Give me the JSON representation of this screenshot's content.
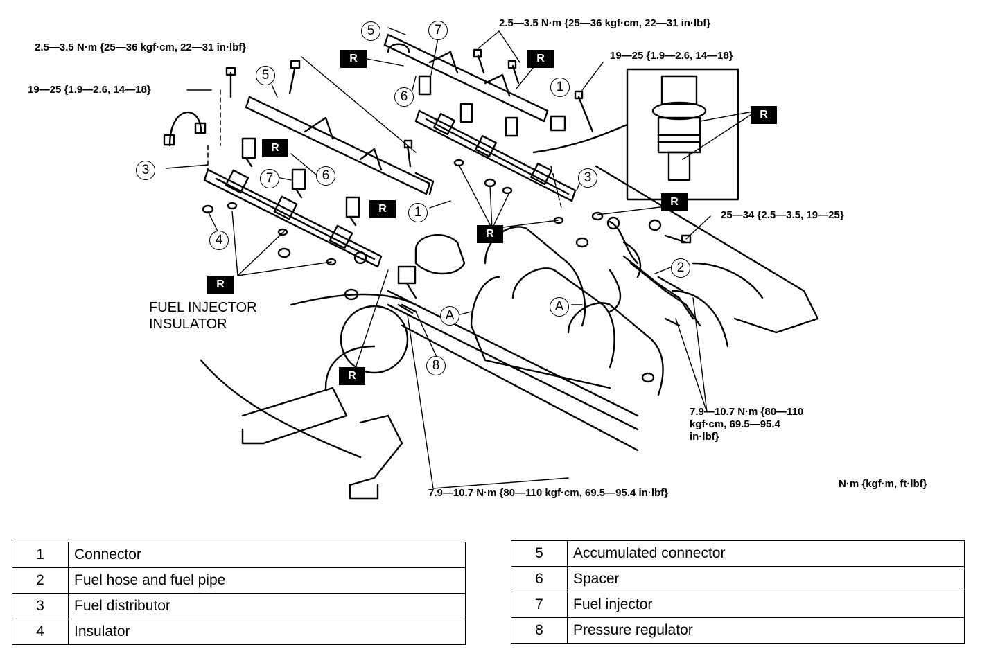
{
  "torque_labels": {
    "t_top_left": "2.5—3.5 N·m {25—36 kgf·cm, 22—31 in·lbf}",
    "t_top_right": "2.5—3.5 N·m {25—36 kgf·cm, 22—31 in·lbf}",
    "t_left_bolt": "19—25 {1.9—2.6, 14—18}",
    "t_right_bolt": "19—25 {1.9—2.6, 14—18}",
    "t_manifold": "25—34 {2.5—3.5, 19—25}",
    "t_lower_right": "7.9—10.7 N·m {80—110 kgf·cm, 69.5—95.4 in·lbf}",
    "t_bottom": "7.9—10.7 N·m {80—110 kgf·cm, 69.5—95.4 in·lbf}",
    "units": "N·m {kgf·m, ft·lbf}"
  },
  "insulator_label": "FUEL INJECTOR INSULATOR",
  "replace_mark": "R",
  "connector_mark": "A",
  "legend_left": [
    {
      "num": "1",
      "name": "Connector"
    },
    {
      "num": "2",
      "name": "Fuel hose and fuel pipe"
    },
    {
      "num": "3",
      "name": "Fuel distributor"
    },
    {
      "num": "4",
      "name": "Insulator"
    }
  ],
  "legend_right": [
    {
      "num": "5",
      "name": "Accumulated connector"
    },
    {
      "num": "6",
      "name": "Spacer"
    },
    {
      "num": "7",
      "name": "Fuel injector"
    },
    {
      "num": "8",
      "name": "Pressure regulator"
    }
  ],
  "callout_numbers": [
    "1",
    "2",
    "3",
    "4",
    "5",
    "6",
    "7",
    "8"
  ]
}
